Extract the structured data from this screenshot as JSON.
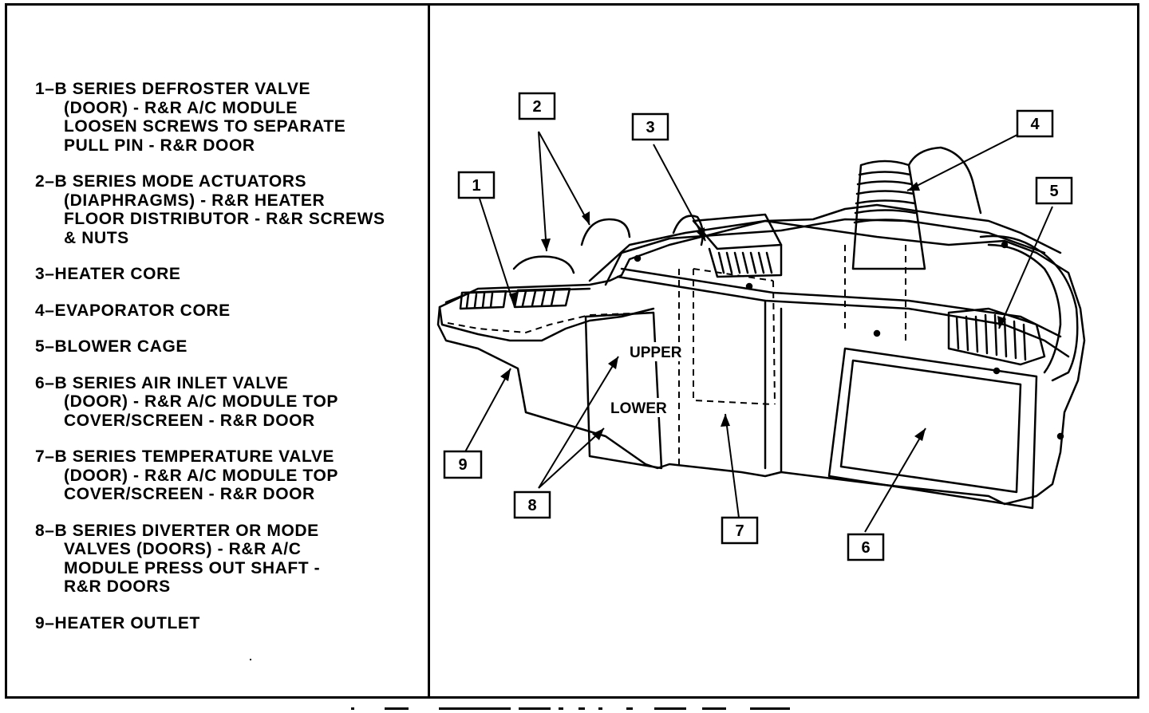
{
  "legend": {
    "items": [
      {
        "lines": [
          "1–B SERIES DEFROSTER VALVE",
          "(DOOR) - R&R A/C MODULE",
          "LOOSEN SCREWS TO SEPARATE",
          "PULL PIN - R&R DOOR"
        ]
      },
      {
        "lines": [
          "2–B SERIES MODE ACTUATORS",
          "(DIAPHRAGMS) - R&R HEATER",
          "FLOOR DISTRIBUTOR - R&R SCREWS",
          "& NUTS"
        ]
      },
      {
        "lines": [
          "3–HEATER CORE"
        ]
      },
      {
        "lines": [
          "4–EVAPORATOR CORE"
        ]
      },
      {
        "lines": [
          "5–BLOWER CAGE"
        ]
      },
      {
        "lines": [
          "6–B SERIES AIR INLET VALVE",
          "(DOOR) - R&R A/C MODULE TOP",
          "COVER/SCREEN - R&R DOOR"
        ]
      },
      {
        "lines": [
          "7–B SERIES TEMPERATURE VALVE",
          "(DOOR) - R&R A/C MODULE TOP",
          "COVER/SCREEN - R&R DOOR"
        ]
      },
      {
        "lines": [
          "8–B SERIES DIVERTER OR MODE",
          "VALVES (DOORS) - R&R A/C",
          "MODULE PRESS OUT SHAFT -",
          "R&R DOORS"
        ]
      },
      {
        "lines": [
          "9–HEATER OUTLET"
        ]
      }
    ]
  },
  "diagram": {
    "callouts": [
      "1",
      "2",
      "3",
      "4",
      "5",
      "6",
      "7",
      "8",
      "9"
    ],
    "labels": {
      "upper": "UPPER",
      "lower": "LOWER"
    }
  }
}
